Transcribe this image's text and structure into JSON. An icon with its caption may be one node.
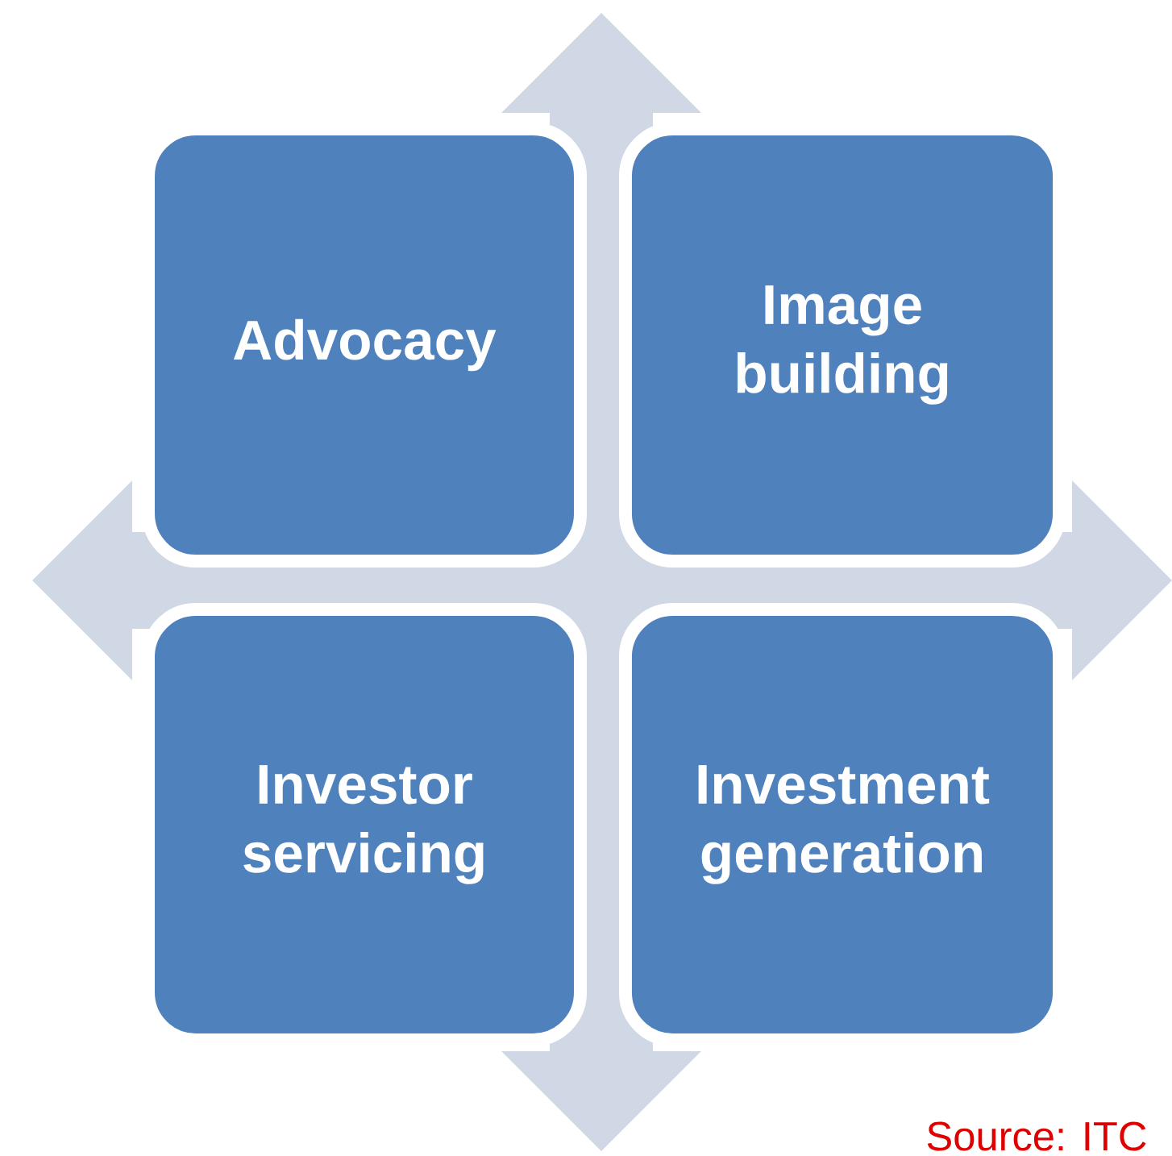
{
  "diagram": {
    "nodes": [
      {
        "text": [
          "Advocacy"
        ]
      },
      {
        "text": [
          "Image building"
        ]
      },
      {
        "text": [
          "Investor servicing"
        ]
      },
      {
        "text": [
          "Investment generation"
        ]
      }
    ],
    "labels": [
      "Source: ITC"
    ]
  }
}
